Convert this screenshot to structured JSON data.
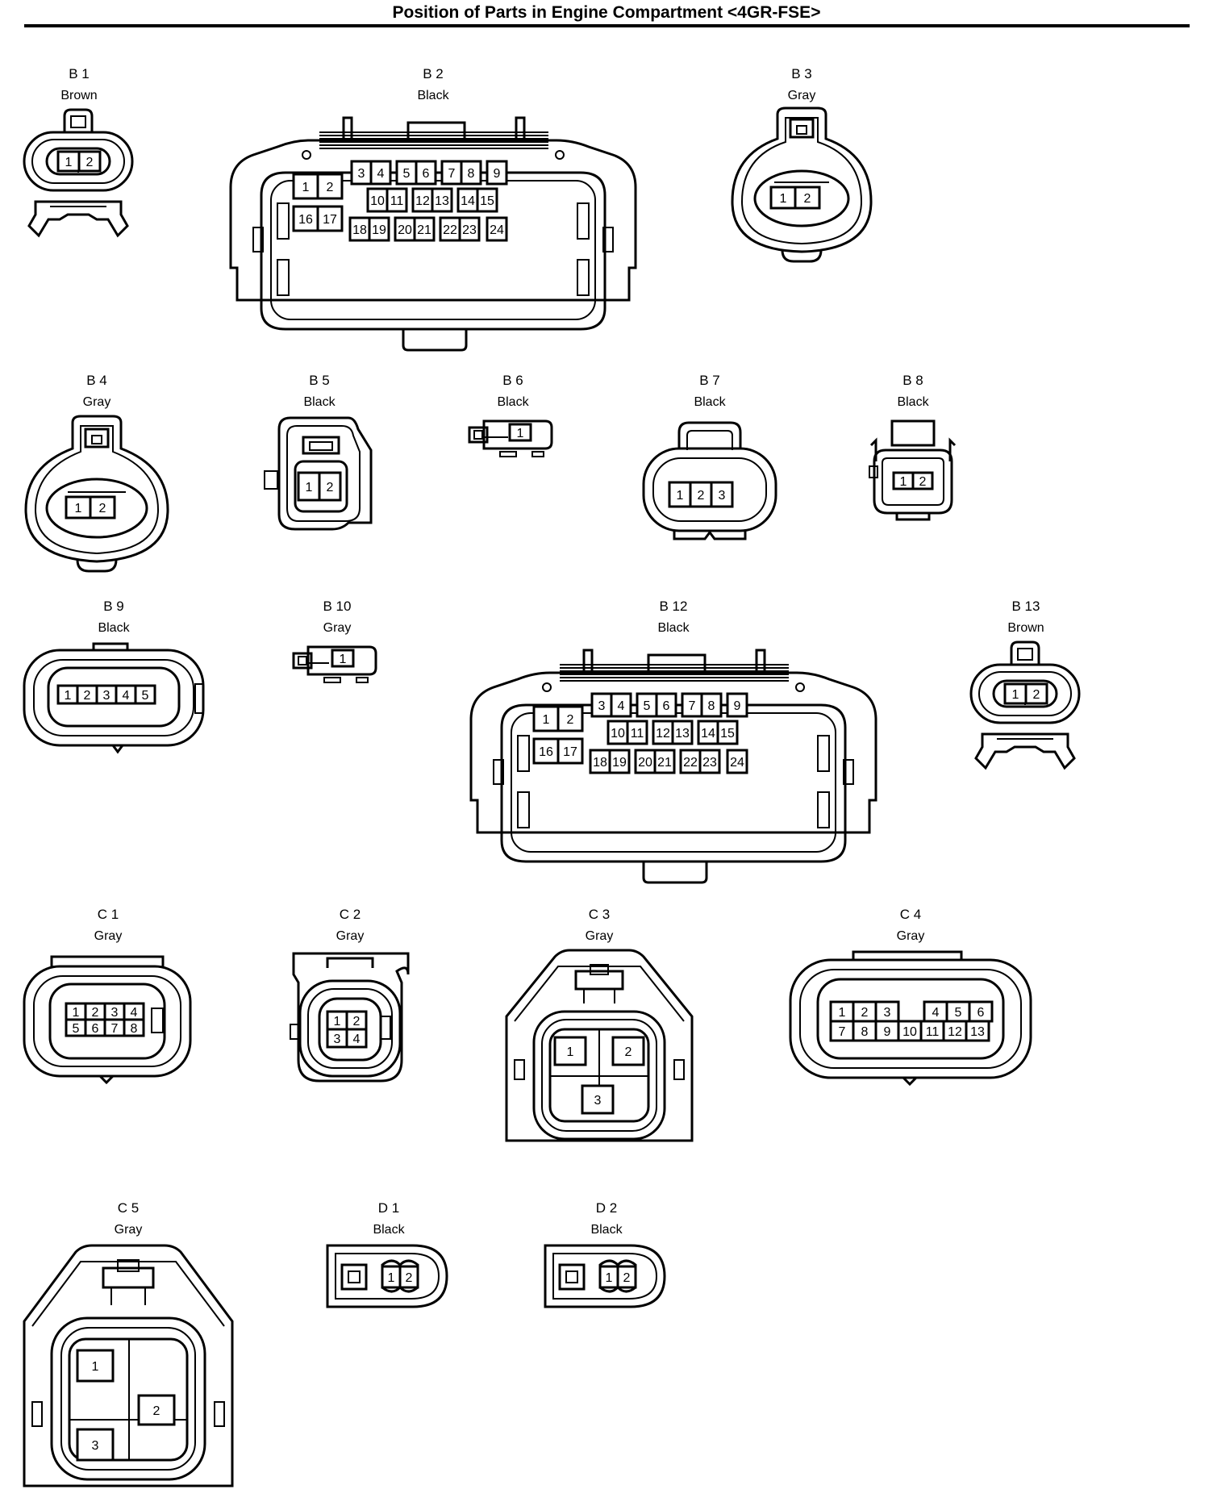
{
  "title": "Position of Parts in Engine Compartment <4GR-FSE>",
  "connectors": [
    {
      "code": "B 1",
      "color": "Brown",
      "pins": [
        "1",
        "2"
      ]
    },
    {
      "code": "B 2",
      "color": "Black",
      "pins": [
        "1",
        "2",
        "3",
        "4",
        "5",
        "6",
        "7",
        "8",
        "9",
        "10",
        "11",
        "12",
        "13",
        "14",
        "15",
        "16",
        "17",
        "18",
        "19",
        "20",
        "21",
        "22",
        "23",
        "24"
      ]
    },
    {
      "code": "B 3",
      "color": "Gray",
      "pins": [
        "1",
        "2"
      ]
    },
    {
      "code": "B 4",
      "color": "Gray",
      "pins": [
        "1",
        "2"
      ]
    },
    {
      "code": "B 5",
      "color": "Black",
      "pins": [
        "1",
        "2"
      ]
    },
    {
      "code": "B 6",
      "color": "Black",
      "pins": [
        "1"
      ]
    },
    {
      "code": "B 7",
      "color": "Black",
      "pins": [
        "1",
        "2",
        "3"
      ]
    },
    {
      "code": "B 8",
      "color": "Black",
      "pins": [
        "1",
        "2"
      ]
    },
    {
      "code": "B 9",
      "color": "Black",
      "pins": [
        "1",
        "2",
        "3",
        "4",
        "5"
      ]
    },
    {
      "code": "B 10",
      "color": "Gray",
      "pins": [
        "1"
      ]
    },
    {
      "code": "B 12",
      "color": "Black",
      "pins": [
        "1",
        "2",
        "3",
        "4",
        "5",
        "6",
        "7",
        "8",
        "9",
        "10",
        "11",
        "12",
        "13",
        "14",
        "15",
        "16",
        "17",
        "18",
        "19",
        "20",
        "21",
        "22",
        "23",
        "24"
      ]
    },
    {
      "code": "B 13",
      "color": "Brown",
      "pins": [
        "1",
        "2"
      ]
    },
    {
      "code": "C 1",
      "color": "Gray",
      "pins": [
        "1",
        "2",
        "3",
        "4",
        "5",
        "6",
        "7",
        "8"
      ]
    },
    {
      "code": "C 2",
      "color": "Gray",
      "pins": [
        "1",
        "2",
        "3",
        "4"
      ]
    },
    {
      "code": "C 3",
      "color": "Gray",
      "pins": [
        "1",
        "2",
        "3"
      ]
    },
    {
      "code": "C 4",
      "color": "Gray",
      "pins": [
        "1",
        "2",
        "3",
        "4",
        "5",
        "6",
        "7",
        "8",
        "9",
        "10",
        "11",
        "12",
        "13"
      ]
    },
    {
      "code": "C 5",
      "color": "Gray",
      "pins": [
        "1",
        "2",
        "3"
      ]
    },
    {
      "code": "D 1",
      "color": "Black",
      "pins": [
        "1",
        "2"
      ]
    },
    {
      "code": "D 2",
      "color": "Black",
      "pins": [
        "1",
        "2"
      ]
    }
  ]
}
